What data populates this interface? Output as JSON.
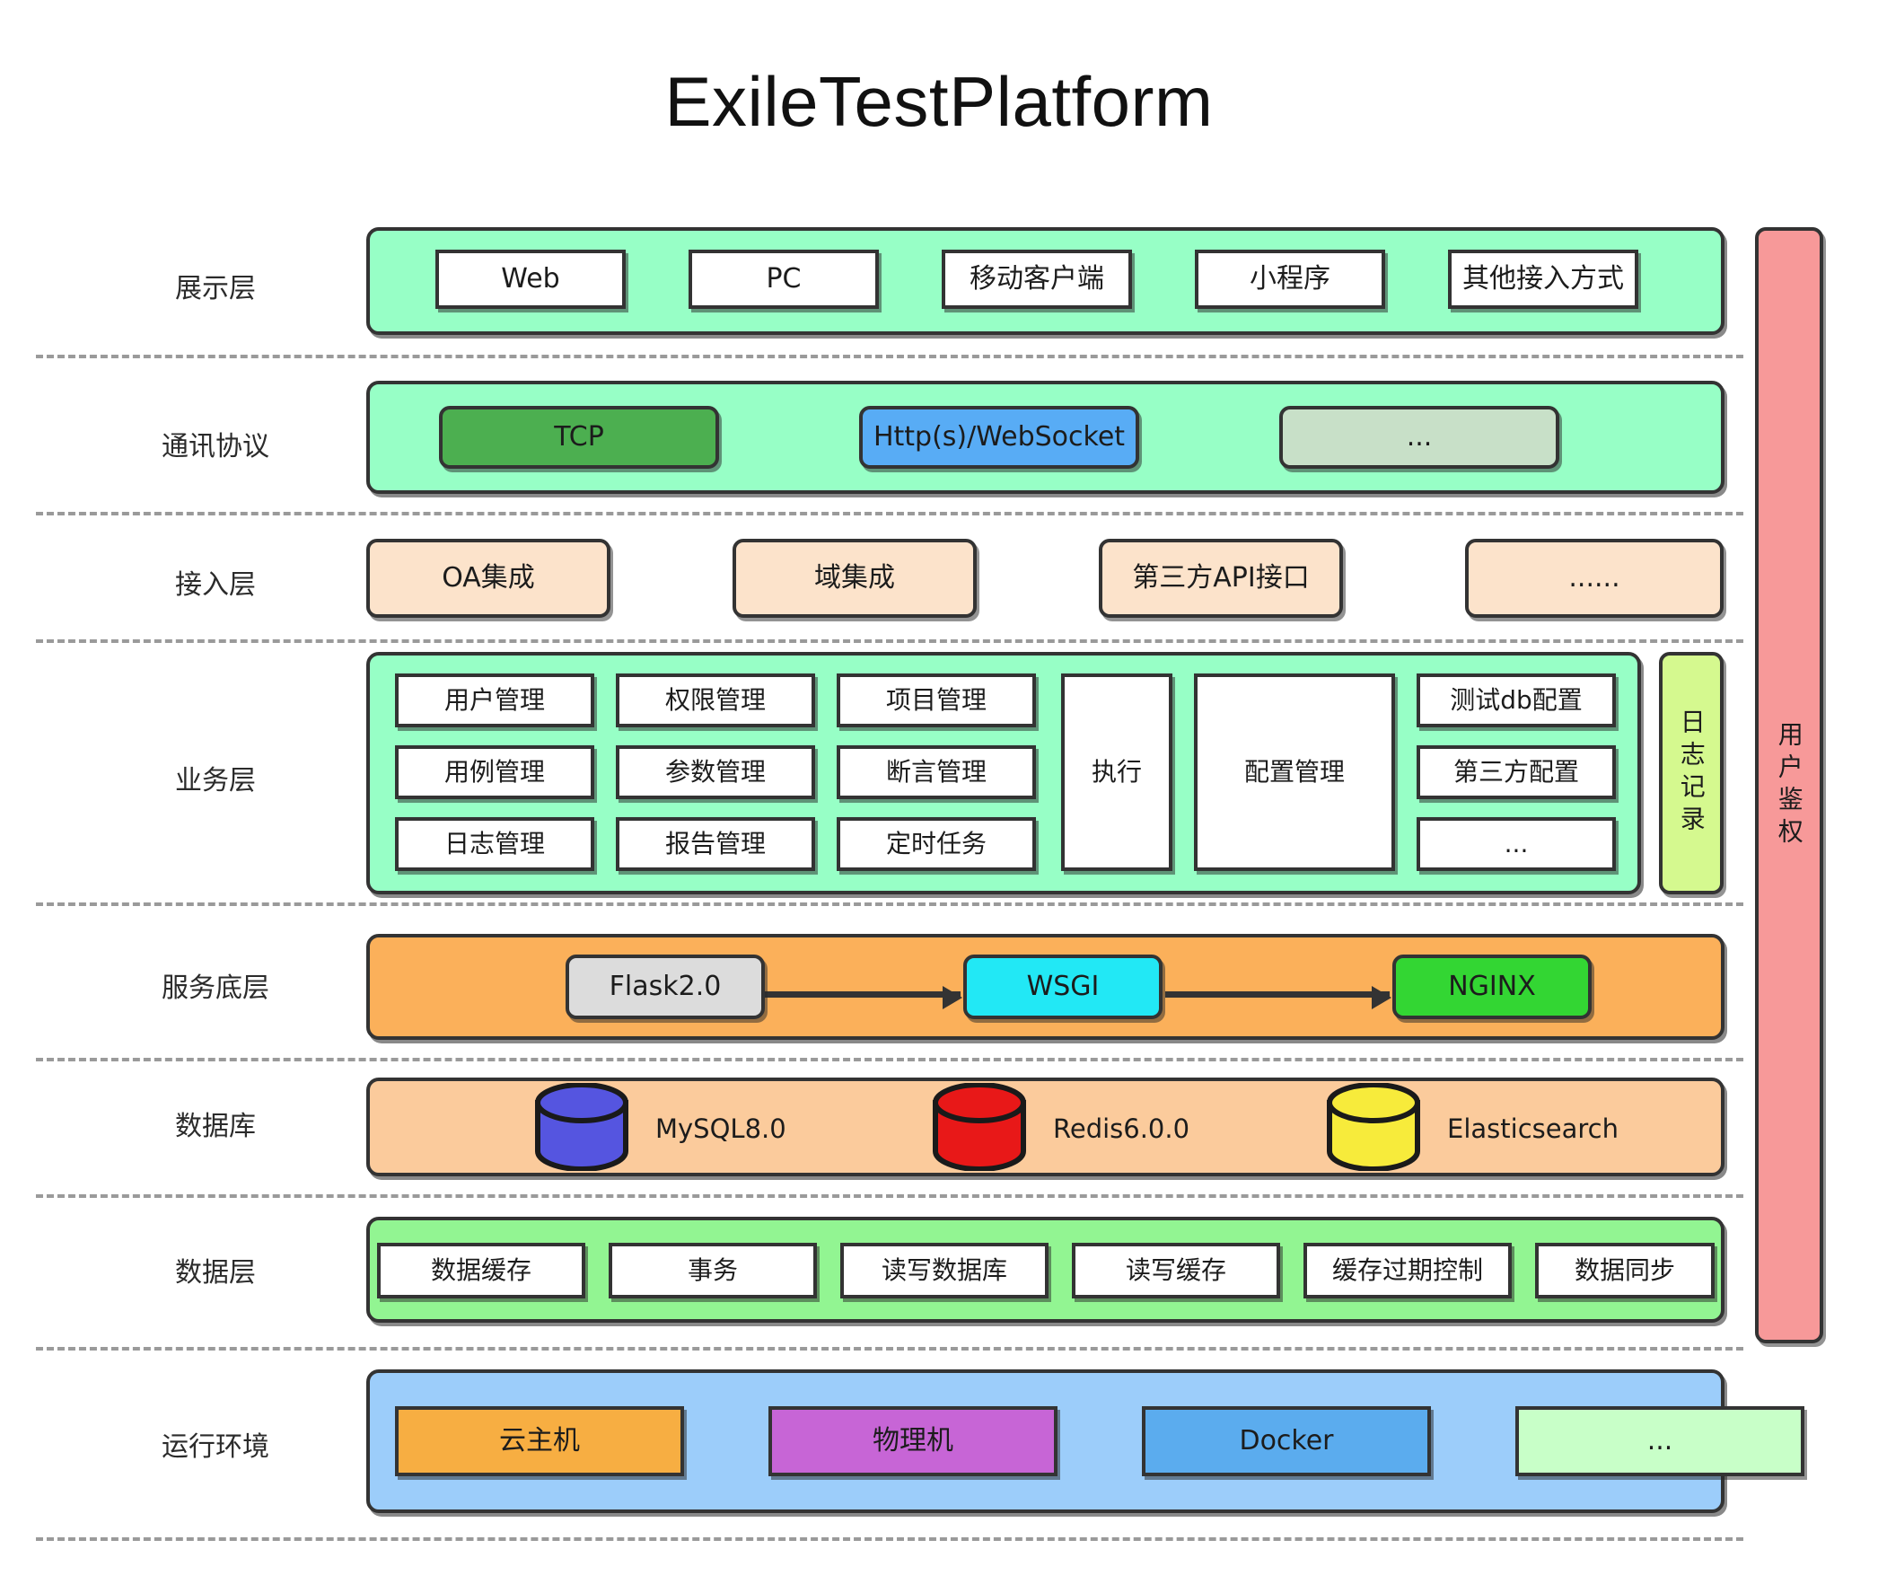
{
  "title": "ExileTestPlatform",
  "palette": {
    "mint_container": "#97FFC6",
    "white_box": "#FFFFFF",
    "tcp_green": "#4CAF50",
    "http_blue": "#58ACF5",
    "sage_muted": "#C8E0C8",
    "peach": "#FCE3CB",
    "log_yellow_green": "#D5F98F",
    "auth_pink": "#F79999",
    "orange_band": "#FBB05A",
    "peach_band": "#FBCB9C",
    "flask_gray": "#DCDCDC",
    "wsgi_cyan": "#22E8F5",
    "nginx_green": "#33D633",
    "data_green_band": "#92F592",
    "run_blue_band": "#9CCDFA",
    "cloud_orange": "#F7AE42",
    "physical_purple": "#C765D6",
    "docker_blue": "#5BACEE",
    "pale_green": "#C8FFC8",
    "mysql_blue": "#5555E0",
    "redis_red": "#E81818",
    "es_yellow": "#F7EB3B",
    "stroke": "#333333",
    "divider": "#9A9A9A"
  },
  "side_bars": [
    {
      "id": "log-record",
      "label": "日志记录",
      "color_key": "log_yellow_green"
    },
    {
      "id": "user-auth",
      "label": "用户鉴权",
      "color_key": "auth_pink"
    }
  ],
  "layers": [
    {
      "id": "presentation",
      "label": "展示层",
      "container": true,
      "container_color": "mint_container",
      "items": [
        {
          "label": "Web",
          "color": "white_box",
          "shape": "sharp"
        },
        {
          "label": "PC",
          "color": "white_box",
          "shape": "sharp"
        },
        {
          "label": "移动客户端",
          "color": "white_box",
          "shape": "sharp"
        },
        {
          "label": "小程序",
          "color": "white_box",
          "shape": "sharp"
        },
        {
          "label": "其他接入方式",
          "color": "white_box",
          "shape": "sharp"
        }
      ]
    },
    {
      "id": "protocol",
      "label": "通讯协议",
      "container": true,
      "container_color": "mint_container",
      "items": [
        {
          "label": "TCP",
          "color": "tcp_green",
          "shape": "rounded"
        },
        {
          "label": "Http(s)/WebSocket",
          "color": "http_blue",
          "shape": "rounded"
        },
        {
          "label": "...",
          "color": "sage_muted",
          "shape": "rounded"
        }
      ]
    },
    {
      "id": "access",
      "label": "接入层",
      "container": false,
      "items": [
        {
          "label": "OA集成",
          "color": "peach",
          "shape": "rounded"
        },
        {
          "label": "域集成",
          "color": "peach",
          "shape": "rounded"
        },
        {
          "label": "第三方API接口",
          "color": "peach",
          "shape": "rounded"
        },
        {
          "label": "......",
          "color": "peach",
          "shape": "rounded"
        }
      ]
    },
    {
      "id": "business",
      "label": "业务层",
      "container": true,
      "container_color": "mint_container",
      "grid": [
        [
          "用户管理",
          "权限管理",
          "项目管理"
        ],
        [
          "用例管理",
          "参数管理",
          "断言管理"
        ],
        [
          "日志管理",
          "报告管理",
          "定时任务"
        ]
      ],
      "tall_items": [
        {
          "label": "执行"
        },
        {
          "label": "配置管理"
        }
      ],
      "stack_items": [
        {
          "label": "测试db配置"
        },
        {
          "label": "第三方配置"
        },
        {
          "label": "..."
        }
      ]
    },
    {
      "id": "service",
      "label": "服务底层",
      "container": true,
      "container_color": "orange_band",
      "items": [
        {
          "label": "Flask2.0",
          "color": "flask_gray",
          "shape": "rounded"
        },
        {
          "label": "WSGI",
          "color": "wsgi_cyan",
          "shape": "rounded"
        },
        {
          "label": "NGINX",
          "color": "nginx_green",
          "shape": "rounded"
        }
      ],
      "arrows": 2
    },
    {
      "id": "database",
      "label": "数据库",
      "container": true,
      "container_color": "peach_band",
      "databases": [
        {
          "label": "MySQL8.0",
          "color": "mysql_blue"
        },
        {
          "label": "Redis6.0.0",
          "color": "redis_red"
        },
        {
          "label": "Elasticsearch",
          "color": "es_yellow"
        }
      ]
    },
    {
      "id": "data",
      "label": "数据层",
      "container": true,
      "container_color": "data_green_band",
      "items": [
        {
          "label": "数据缓存",
          "color": "white_box",
          "shape": "sharp"
        },
        {
          "label": "事务",
          "color": "white_box",
          "shape": "sharp"
        },
        {
          "label": "读写数据库",
          "color": "white_box",
          "shape": "sharp"
        },
        {
          "label": "读写缓存",
          "color": "white_box",
          "shape": "sharp"
        },
        {
          "label": "缓存过期控制",
          "color": "white_box",
          "shape": "sharp"
        },
        {
          "label": "数据同步",
          "color": "white_box",
          "shape": "sharp"
        }
      ]
    },
    {
      "id": "runtime",
      "label": "运行环境",
      "container": true,
      "container_color": "run_blue_band",
      "items": [
        {
          "label": "云主机",
          "color": "cloud_orange",
          "shape": "sharp"
        },
        {
          "label": "物理机",
          "color": "physical_purple",
          "shape": "sharp"
        },
        {
          "label": "Docker",
          "color": "docker_blue",
          "shape": "sharp"
        },
        {
          "label": "...",
          "color": "pale_green",
          "shape": "sharp"
        }
      ]
    }
  ]
}
